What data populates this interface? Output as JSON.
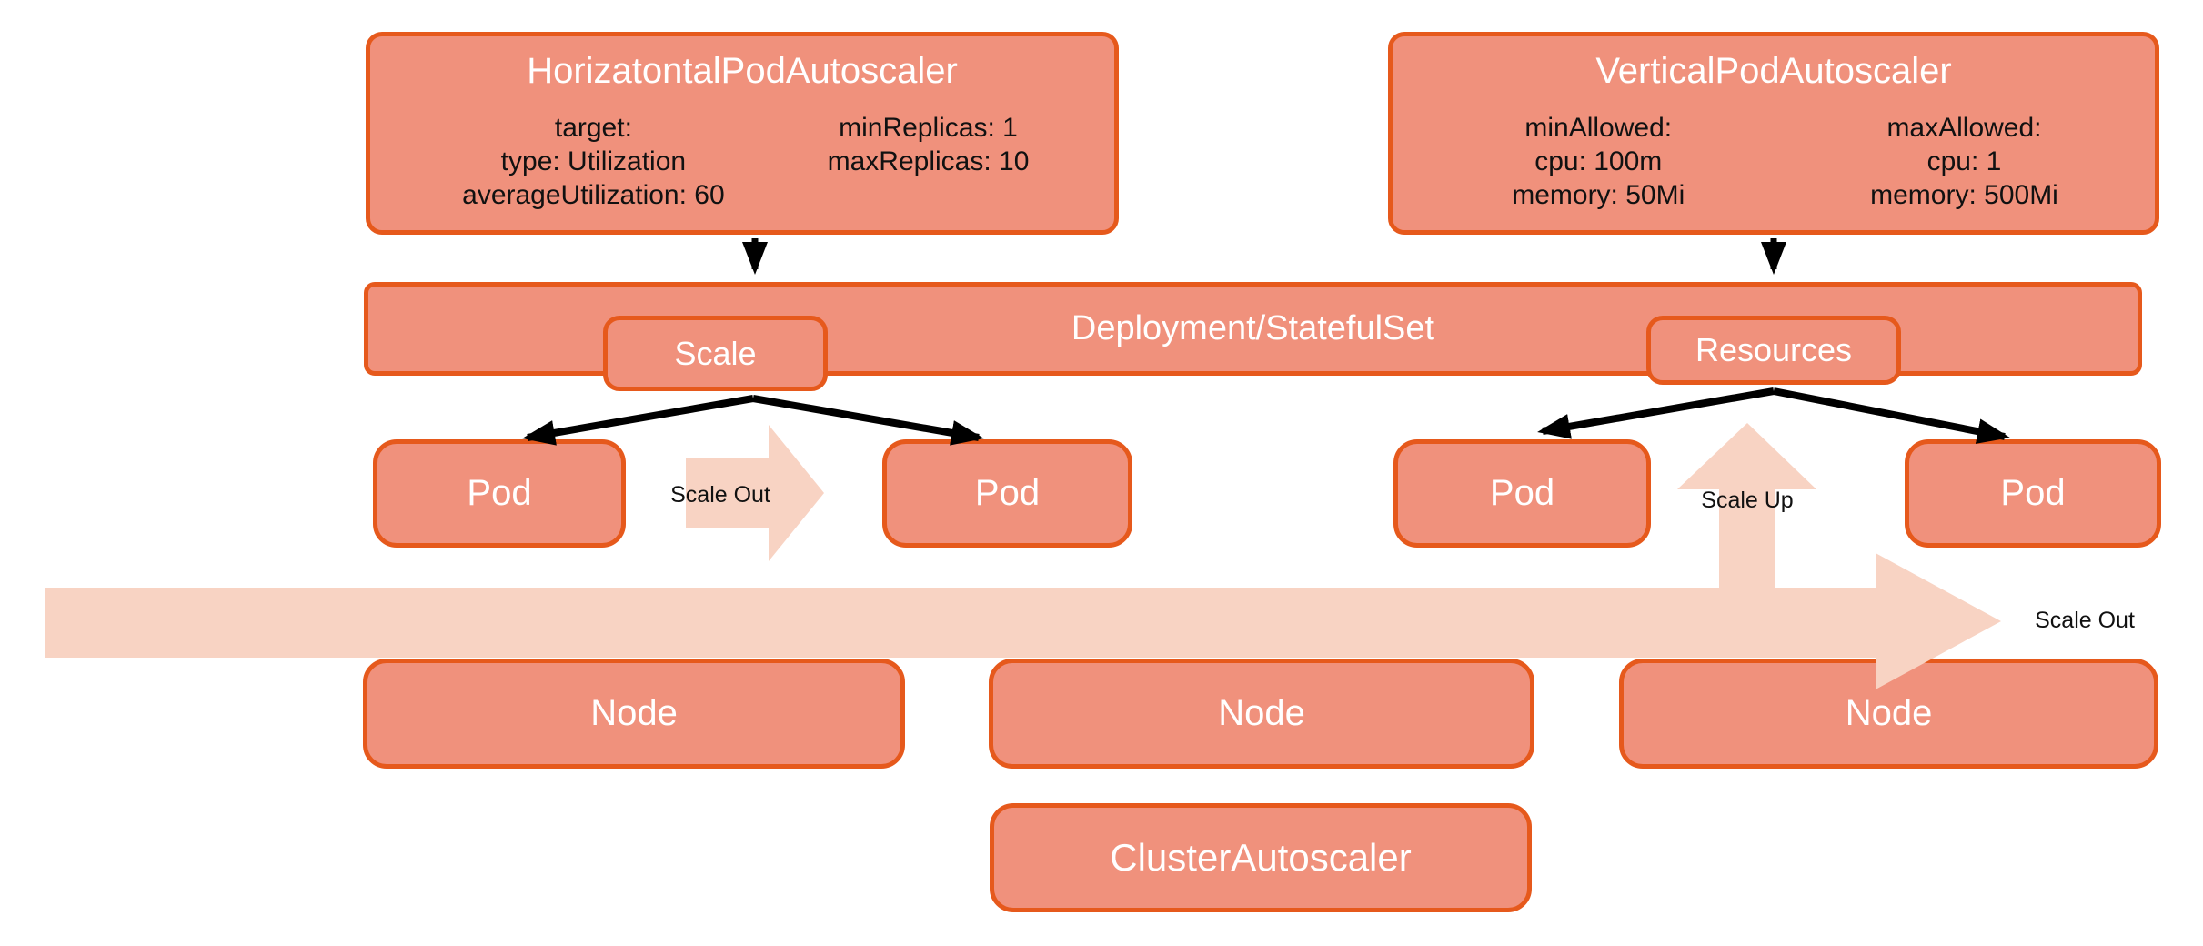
{
  "colors": {
    "box_fill": "#F0917C",
    "box_border": "#E6591C",
    "pale_arrow": "#F8D3C3",
    "text_light": "#FFFFFF",
    "text_dark": "#111111",
    "arrow": "#000000",
    "background": "#FFFFFF"
  },
  "hpa": {
    "title": "HorizatontalPodAutoscaler",
    "left_lines": [
      "target:",
      "type: Utilization",
      "averageUtilization: 60"
    ],
    "right_lines": [
      "minReplicas: 1",
      "maxReplicas: 10"
    ]
  },
  "vpa": {
    "title": "VerticalPodAutoscaler",
    "left_lines": [
      "minAllowed:",
      "cpu: 100m",
      "memory: 50Mi"
    ],
    "right_lines": [
      "maxAllowed:",
      "cpu: 1",
      "memory: 500Mi"
    ]
  },
  "deployment": {
    "title": "Deployment/StatefulSet",
    "scale_label": "Scale",
    "resources_label": "Resources"
  },
  "pods": {
    "labels": [
      "Pod",
      "Pod",
      "Pod",
      "Pod"
    ]
  },
  "flow_labels": {
    "scale_out_small": "Scale Out",
    "scale_up": "Scale Up",
    "scale_out_big": "Scale Out"
  },
  "nodes": {
    "labels": [
      "Node",
      "Node",
      "Node"
    ]
  },
  "cluster_autoscaler": {
    "title": "ClusterAutoscaler"
  }
}
